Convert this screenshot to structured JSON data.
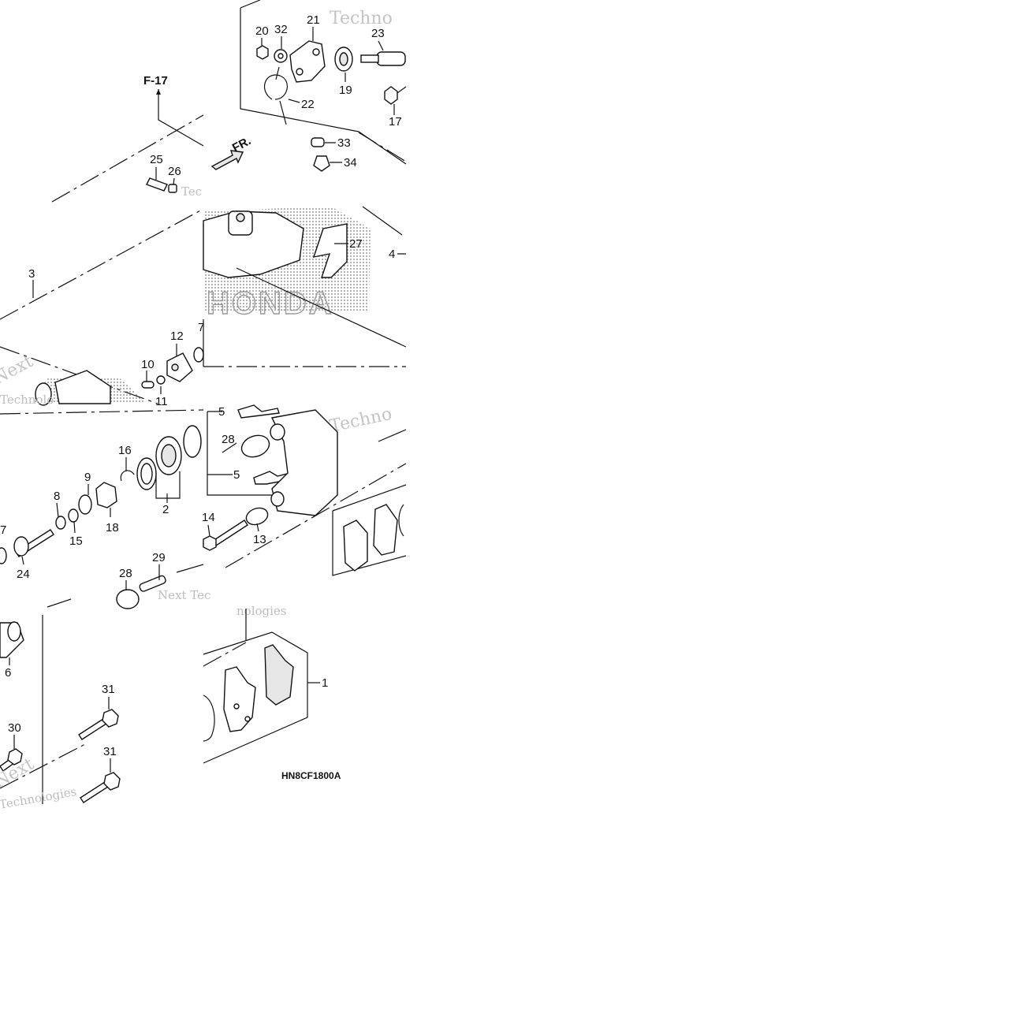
{
  "diagram": {
    "ref_arrow": "F-17",
    "front_marker": "FR.",
    "figure_code": "HN8CF1800A",
    "brand_watermark": "HONDA",
    "watermarks": [
      "Techno",
      "Next",
      "Tec",
      "Technolo",
      "Technologies",
      "Next Tec",
      "nologies",
      "Next",
      "Technologies"
    ],
    "callouts": [
      "20",
      "32",
      "21",
      "23",
      "19",
      "22",
      "17",
      "33",
      "34",
      "25",
      "26",
      "27",
      "3",
      "4",
      "12",
      "10",
      "11",
      "7",
      "5",
      "28",
      "5",
      "16",
      "9",
      "8",
      "7",
      "15",
      "18",
      "2",
      "24",
      "14",
      "13",
      "29",
      "28",
      "6",
      "31",
      "30",
      "31",
      "1"
    ]
  }
}
